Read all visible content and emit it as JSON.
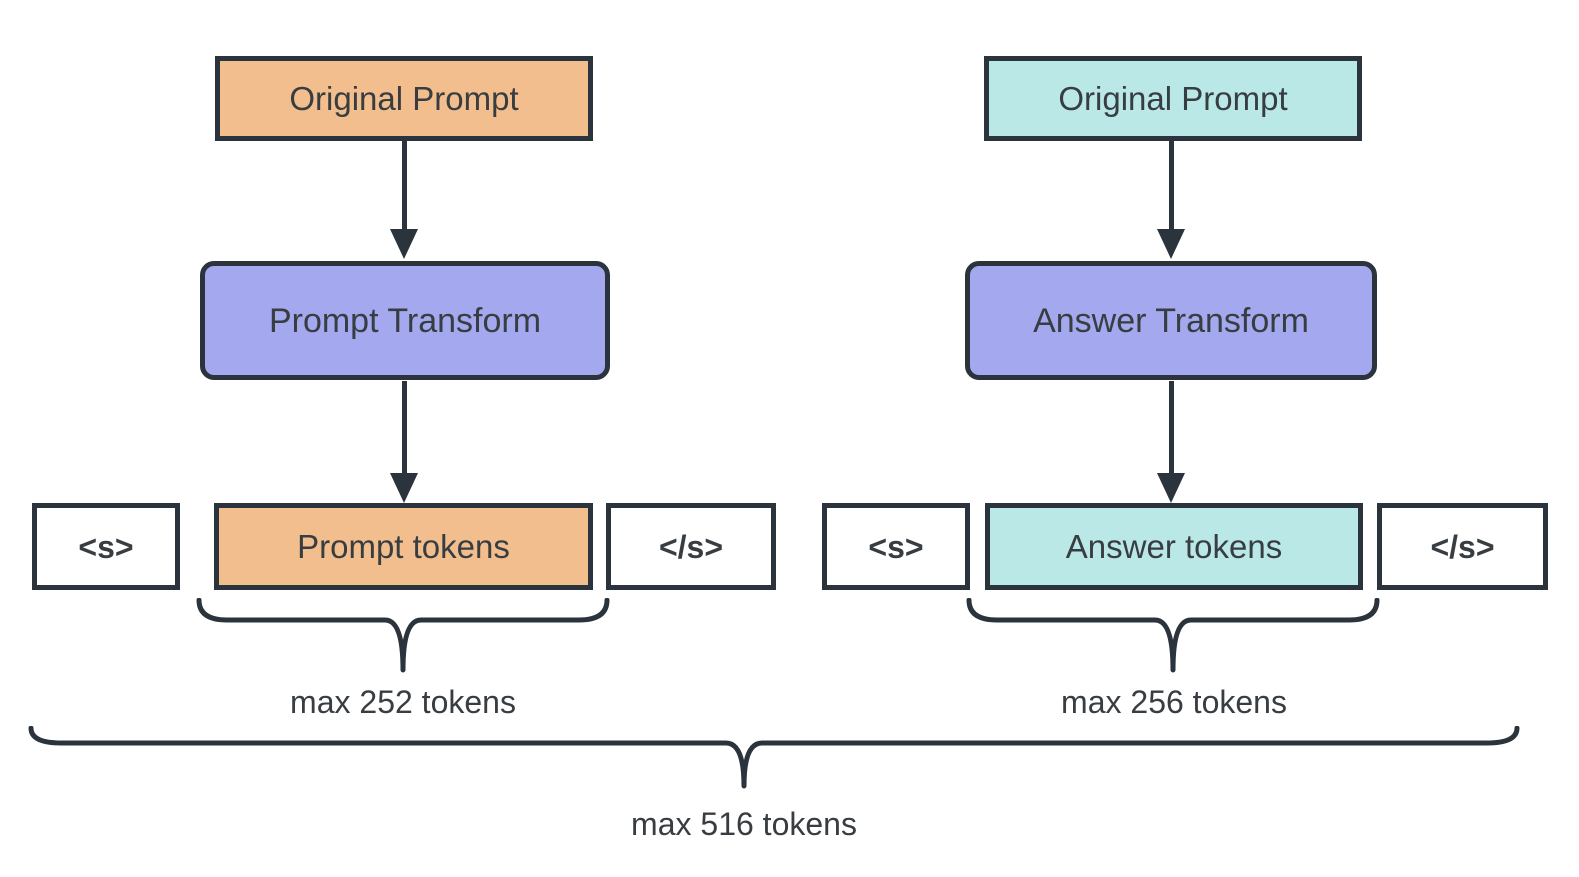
{
  "diagram": {
    "left": {
      "source_label": "Original Prompt",
      "transform_label": "Prompt Transform",
      "bos_label": "<s>",
      "tokens_label": "Prompt tokens",
      "eos_label": "</s>",
      "max_label": "max 252 tokens"
    },
    "right": {
      "source_label": "Original Prompt",
      "transform_label": "Answer Transform",
      "bos_label": "<s>",
      "tokens_label": "Answer tokens",
      "eos_label": "</s>",
      "max_label": "max 256 tokens"
    },
    "total_label": "max 516 tokens",
    "colors": {
      "prompt_fill": "#f3be8d",
      "transform_fill": "#a3a8ef",
      "answer_fill": "#b9e8e7",
      "stroke": "#2b343d",
      "text": "#383d42"
    }
  }
}
